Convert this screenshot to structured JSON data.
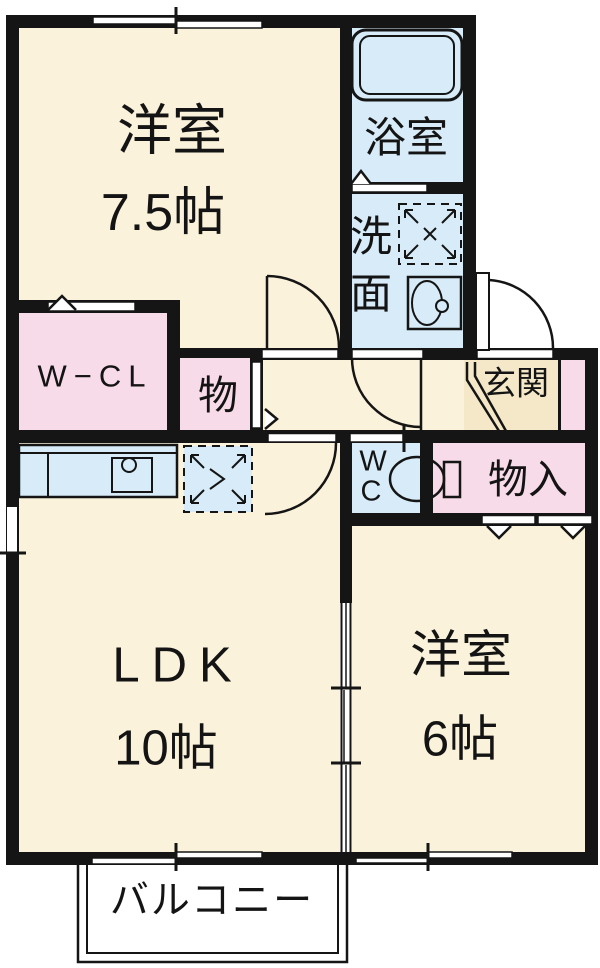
{
  "rooms": {
    "western_room_1": {
      "name": "洋室",
      "size": "7.5帖"
    },
    "bathroom": {
      "name": "浴室"
    },
    "washroom": {
      "char1": "洗",
      "char2": "面"
    },
    "walk_in_closet": {
      "name": "W−CL"
    },
    "closet": {
      "name": "物"
    },
    "entrance": {
      "name": "玄関"
    },
    "toilet": {
      "char1": "W",
      "char2": "C"
    },
    "storage": {
      "name": "物入"
    },
    "ldk": {
      "name": "LDK",
      "size": "10帖"
    },
    "western_room_2": {
      "name": "洋室",
      "size": "6帖"
    },
    "balcony": {
      "name": "バルコニー"
    }
  },
  "colors": {
    "room_floor": "#FAF2DA",
    "wet_area": "#D7ECF8",
    "storage_pink": "#F8DBE8",
    "entrance_step": "#F4E8C8",
    "wall": "#151515"
  }
}
